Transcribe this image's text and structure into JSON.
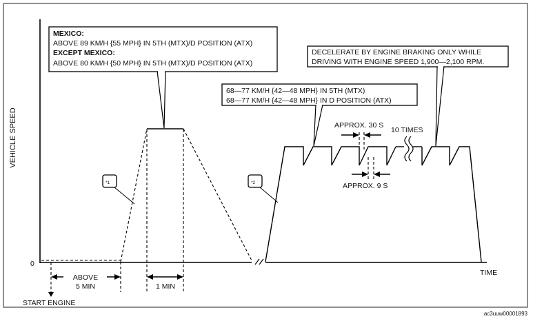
{
  "axes": {
    "y_label": "VEHICLE SPEED",
    "x_label": "TIME",
    "origin": "0"
  },
  "callout_mexico": {
    "heading1": "MEXICO:",
    "line1": "ABOVE 89 KM/H {55 MPH} IN 5TH (MTX)/D POSITION (ATX)",
    "heading2": "EXCEPT MEXICO:",
    "line2": "ABOVE 80 KM/H {50 MPH} IN 5TH (MTX)/D POSITION (ATX)"
  },
  "callout_decelerate": {
    "line1": "DECELERATE BY ENGINE BRAKING ONLY WHILE",
    "line2": "DRIVING WITH ENGINE SPEED 1,900—2,100 RPM."
  },
  "callout_speed_range": {
    "line1": "68—77 KM/H {42—48 MPH} IN 5TH (MTX)",
    "line2": "68—77 KM/H {42—48 MPH} IN D POSITION (ATX)"
  },
  "notes": {
    "note1": "*1",
    "note2": "*2"
  },
  "timing": {
    "approx_30s": "APPROX. 30 S",
    "approx_9s": "APPROX. 9 S",
    "ten_times": "10 TIMES",
    "above_line1": "ABOVE",
    "above_line2": "5 MIN",
    "one_min": "1 MIN",
    "start_engine": "START ENGINE"
  },
  "reference_code": "ac3uuw00001893"
}
